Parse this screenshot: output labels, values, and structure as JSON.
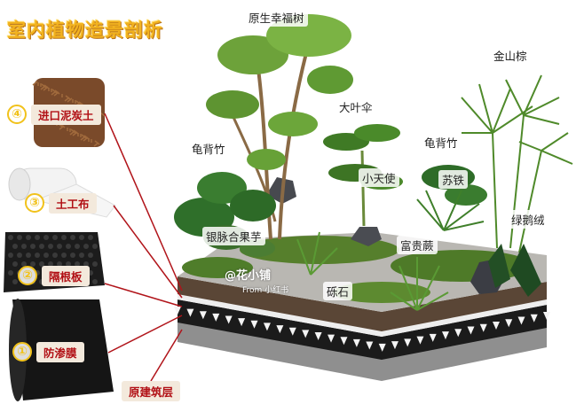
{
  "title": "室内植物造景剖析",
  "plants": [
    {
      "id": "happiness-tree",
      "label": "原生幸福树"
    },
    {
      "id": "golden-palm",
      "label": "金山棕"
    },
    {
      "id": "umbrella-tree",
      "label": "大叶伞"
    },
    {
      "id": "monstera-left",
      "label": "龟背竹"
    },
    {
      "id": "monstera-right",
      "label": "龟背竹"
    },
    {
      "id": "little-angel",
      "label": "小天使"
    },
    {
      "id": "cycad",
      "label": "苏铁"
    },
    {
      "id": "velvet-alocasia",
      "label": "绿鹅绒"
    },
    {
      "id": "silver-alocasia",
      "label": "银脉合果芋"
    },
    {
      "id": "fern",
      "label": "富贵蕨"
    },
    {
      "id": "gravel",
      "label": "砾石"
    }
  ],
  "layers": [
    {
      "number": "④",
      "label": "进口泥炭土"
    },
    {
      "number": "③",
      "label": "土工布"
    },
    {
      "number": "②",
      "label": "隔根板"
    },
    {
      "number": "①",
      "label": "防渗膜"
    }
  ],
  "base_label": "原建筑层",
  "watermark": {
    "text": "@花小铺",
    "sub": "From 小红书"
  },
  "colors": {
    "title": "#f2b21e",
    "label_text": "#b10f14",
    "label_bg": "#f3e9dc",
    "leader": "#b1141a"
  }
}
